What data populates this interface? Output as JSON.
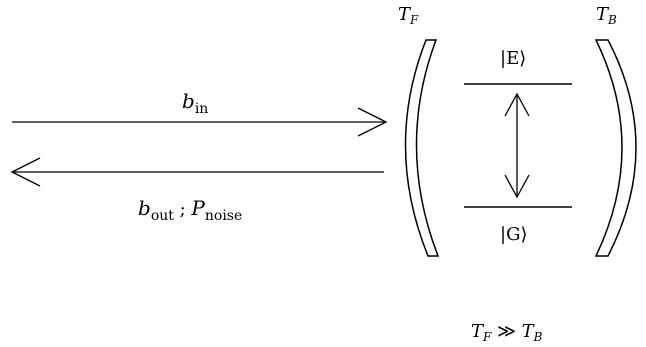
{
  "labels": {
    "mirror_front_T": "T",
    "mirror_front_sub": "F",
    "mirror_back_T": "T",
    "mirror_back_sub": "B",
    "input_b": "b",
    "input_sub": "in",
    "output_b": "b",
    "output_sub": "out",
    "separator": " ; ",
    "noise_P": "P",
    "noise_sub": "noise",
    "excited_state": "|E⟩",
    "ground_state": "|G⟩",
    "cond_T1": "T",
    "cond_sub1": "F",
    "cond_rel": " ≫ ",
    "cond_T2": "T",
    "cond_sub2": "B"
  }
}
